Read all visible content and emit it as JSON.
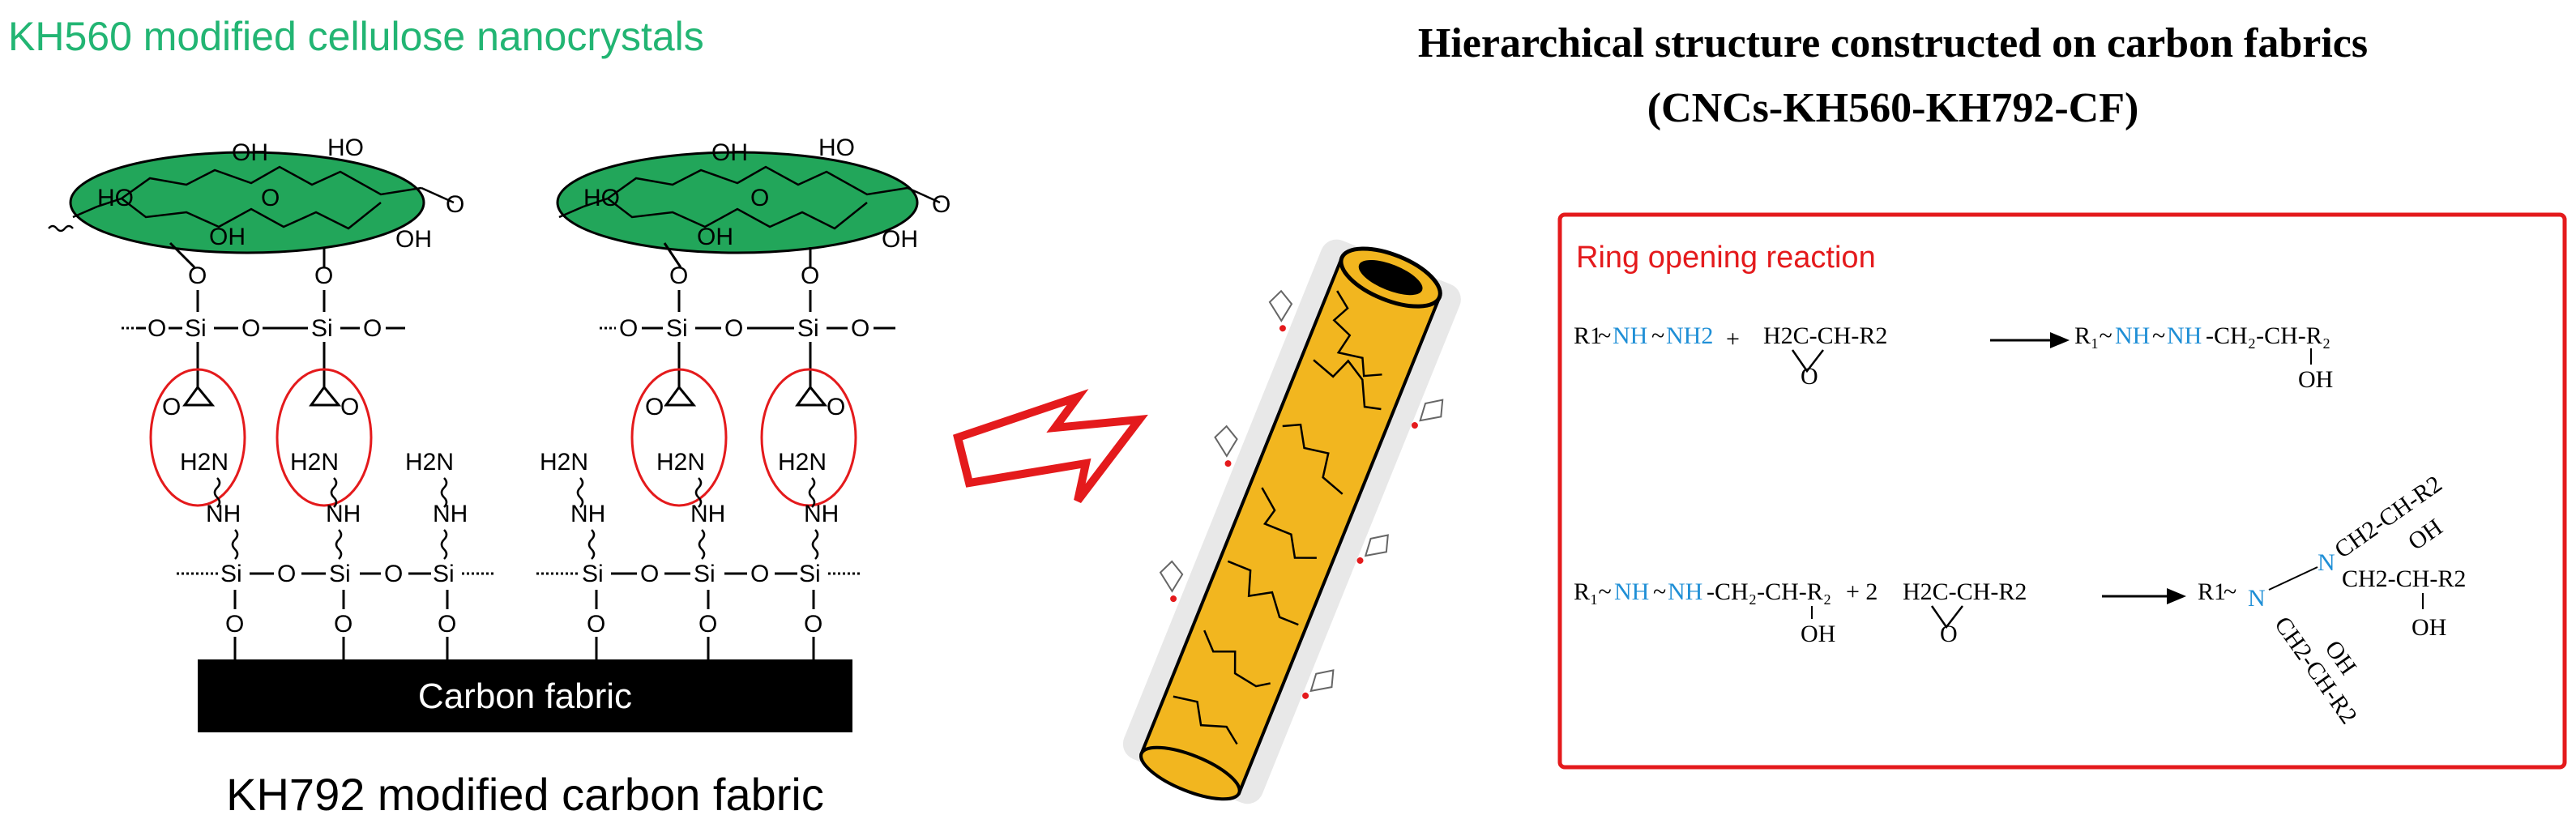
{
  "left": {
    "title": "KH560 modified cellulose nanocrystals",
    "substrate_label": "Carbon fabric",
    "caption": "KH792 modified carbon fabric",
    "atoms": {
      "oh": "OH",
      "ho": "HO",
      "o": "O",
      "si": "Si",
      "h2n": "H2N",
      "nh": "NH"
    },
    "colors": {
      "cnc": "#22a65a",
      "ring": "#e41a1c",
      "substrate": "#000000"
    }
  },
  "right": {
    "title_line1": "Hierarchical structure constructed on carbon fabrics",
    "title_line2": "(CNCs-KH560-KH792-CF)",
    "box_title": "Ring opening reaction",
    "fiber_color": "#f2b61f",
    "box_color": "#e41a1c",
    "reaction1": {
      "r1": "R1",
      "nh": "NH",
      "nh2": "NH2",
      "plus": "+",
      "epoxide": "H2C-CH-R2",
      "epoxide_o": "O",
      "product": "R1 NH NH CH2-CH-R2",
      "product_oh": "OH"
    },
    "reaction2": {
      "reactant": "R1 NH NH CH2-CH-R2",
      "reactant_oh": "OH",
      "plus": "+ 2",
      "epoxide": "H2C-CH-R2",
      "epoxide_o": "O",
      "product_r1": "R1",
      "product_n": "N",
      "branch": "CH2-CH-R2",
      "branch_oh": "OH"
    }
  },
  "arrow_color": "#e41a1c"
}
